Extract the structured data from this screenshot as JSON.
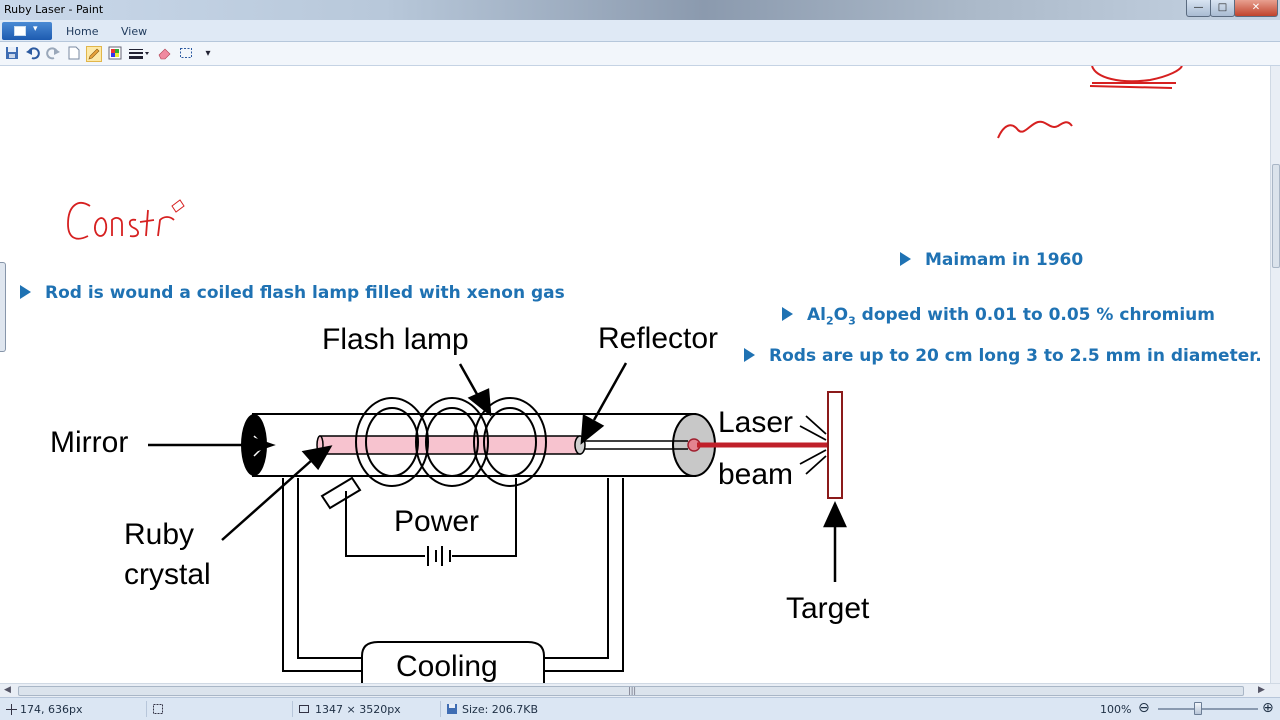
{
  "window": {
    "title": "Ruby Laser - Paint",
    "min_glyph": "—",
    "max_glyph": "□",
    "close_glyph": "✕"
  },
  "ribbon": {
    "tabs": [
      "Home",
      "View"
    ]
  },
  "quickbar": {
    "dropdown_glyph": "▾"
  },
  "slide": {
    "bullets": [
      "Rod is wound a coiled flash lamp filled with xenon gas",
      "Maimam in 1960",
      "Rods are up to 20 cm long 3 to 2.5 mm in diameter."
    ],
    "composition": {
      "prefix": "Al",
      "sub1": "2",
      "mid": "O",
      "sub2": "3",
      "rest": " doped with 0.01 to 0.05 % chromium"
    },
    "handwriting": "Constr"
  },
  "diagram": {
    "labels": {
      "flash_lamp": "Flash lamp",
      "reflector": "Reflector",
      "mirror": "Mirror",
      "laser": "Laser",
      "beam": "beam",
      "ruby": "Ruby",
      "crystal": "crystal",
      "power": "Power",
      "cooling": "Cooling",
      "target": "Target"
    }
  },
  "statusbar": {
    "cursor_pos": "174, 636px",
    "selection_size": "",
    "image_size": "1347 × 3520px",
    "file_size": "Size: 206.7KB",
    "zoom": "100%",
    "zoom_level": 1.0
  },
  "colors": {
    "bullet_text": "#1f72b3",
    "handwriting": "#d62020",
    "ruby_rod": "#f7c3cf",
    "laser_beam": "#c0202a"
  }
}
